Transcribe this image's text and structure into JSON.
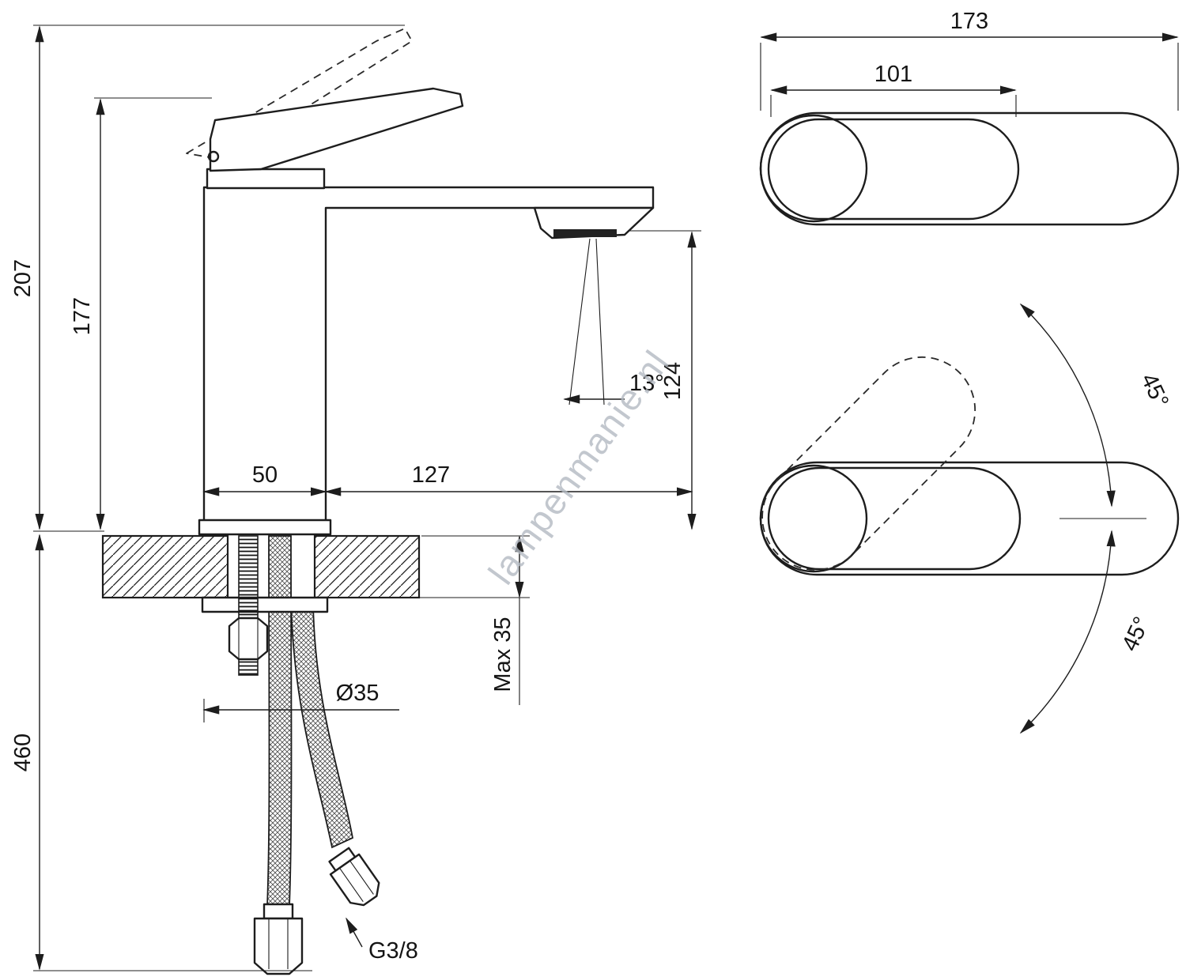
{
  "page": {
    "background": "#ffffff",
    "line_color": "#1d1d1d",
    "watermark_color": "#b4bac2"
  },
  "watermark": {
    "text": "lampenmanie.nl"
  },
  "front_view": {
    "dimensions": {
      "total_height": "207",
      "body_height": "177",
      "below_counter_depth": "460",
      "body_width": "50",
      "spout_reach": "127",
      "spout_outlet_height": "124",
      "spray_angle": "13°",
      "counter_max_thickness": "Max 35",
      "mounting_hole_diameter": "Ø35",
      "hose_thread": "G3/8"
    }
  },
  "top_view": {
    "dimensions": {
      "overall_length": "173",
      "handle_length": "101",
      "handle_swing_up": "45°",
      "handle_swing_down": "45°"
    }
  }
}
